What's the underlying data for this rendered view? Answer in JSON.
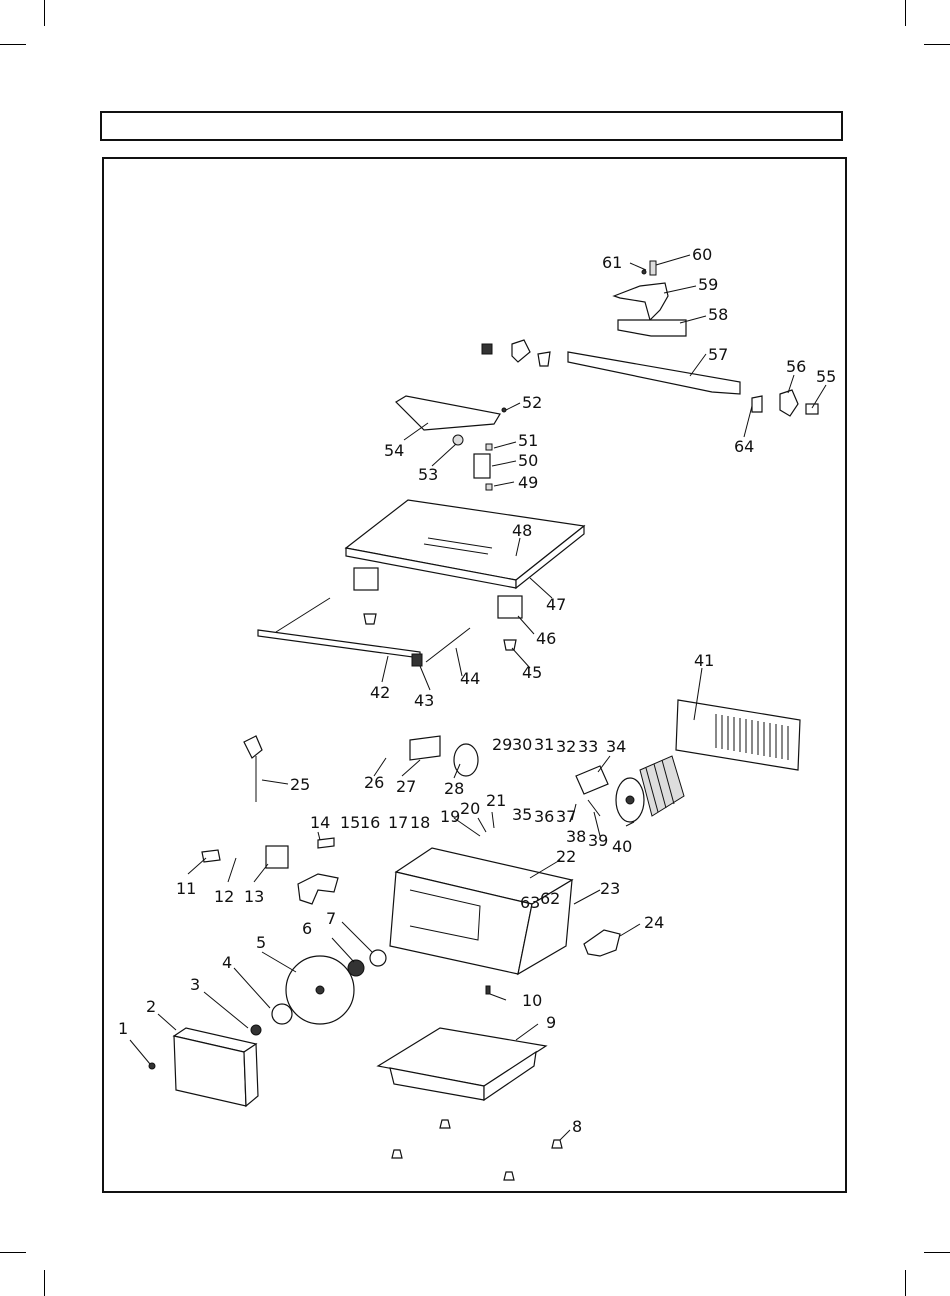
{
  "title": "",
  "callouts": [
    "1",
    "2",
    "3",
    "4",
    "5",
    "6",
    "7",
    "8",
    "9",
    "10",
    "11",
    "12",
    "13",
    "14",
    "15",
    "16",
    "17",
    "18",
    "19",
    "20",
    "21",
    "22",
    "23",
    "24",
    "25",
    "26",
    "27",
    "28",
    "29",
    "30",
    "31",
    "32",
    "33",
    "34",
    "35",
    "36",
    "37",
    "38",
    "39",
    "40",
    "41",
    "42",
    "43",
    "44",
    "45",
    "46",
    "47",
    "48",
    "49",
    "50",
    "51",
    "52",
    "53",
    "54",
    "55",
    "56",
    "57",
    "58",
    "59",
    "60",
    "61",
    "62",
    "63",
    "64"
  ]
}
